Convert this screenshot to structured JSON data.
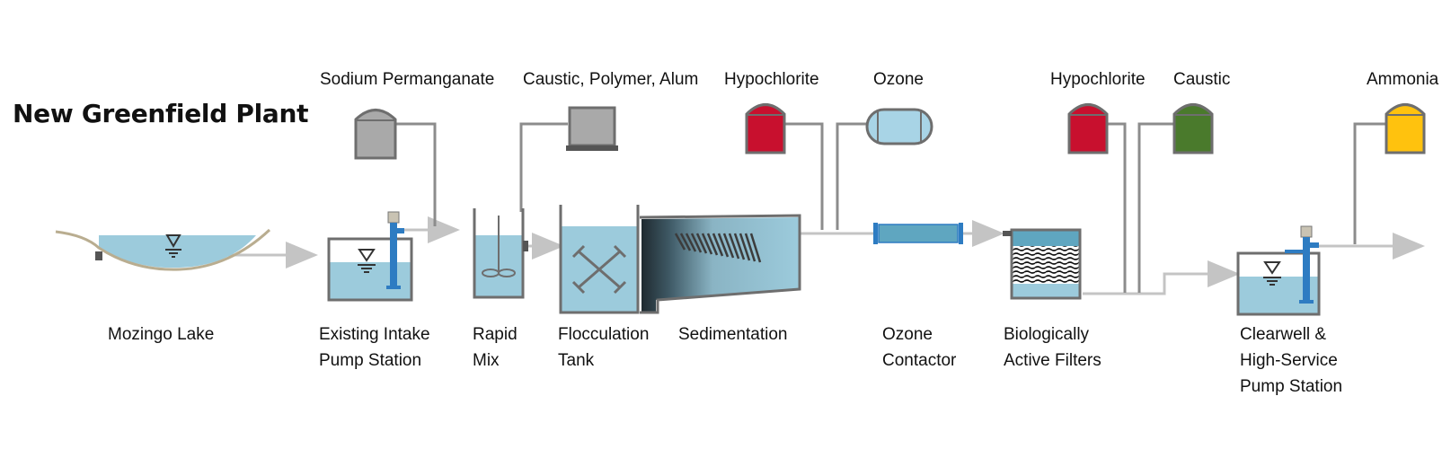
{
  "title": "New Greenfield Plant",
  "chemicals": {
    "sodium_permanganate": "Sodium Permanganate",
    "caustic_polymer_alum": "Caustic, Polymer, Alum",
    "hypochlorite_1": "Hypochlorite",
    "ozone": "Ozone",
    "hypochlorite_2": "Hypochlorite",
    "caustic": "Caustic",
    "ammonia": "Ammonia"
  },
  "stages": {
    "mozingo_lake": [
      "Mozingo Lake"
    ],
    "intake": [
      "Existing Intake",
      "Pump Station"
    ],
    "rapid_mix": [
      "Rapid",
      "Mix"
    ],
    "flocculation": [
      "Flocculation",
      "Tank"
    ],
    "sedimentation": [
      "Sedimentation"
    ],
    "ozone_contactor": [
      "Ozone",
      "Contactor"
    ],
    "filters": [
      "Biologically",
      "Active Filters"
    ],
    "clearwell": [
      "Clearwell &",
      "High-Service",
      "Pump Station"
    ]
  },
  "colors": {
    "water": "#9ccbdc",
    "water_dark": "#5fa6c0",
    "pipe": "#8c8c8c",
    "flow_line": "#c4c4c4",
    "tank_outline": "#6e6e6e",
    "gray_tank": "#a9a9a9",
    "hypochlorite_tank": "#c8102e",
    "ozone_tank": "#a8d4e6",
    "caustic_tank": "#4a7a2c",
    "ammonia_tank": "#ffc20e",
    "pump": "#2e7cc2"
  }
}
